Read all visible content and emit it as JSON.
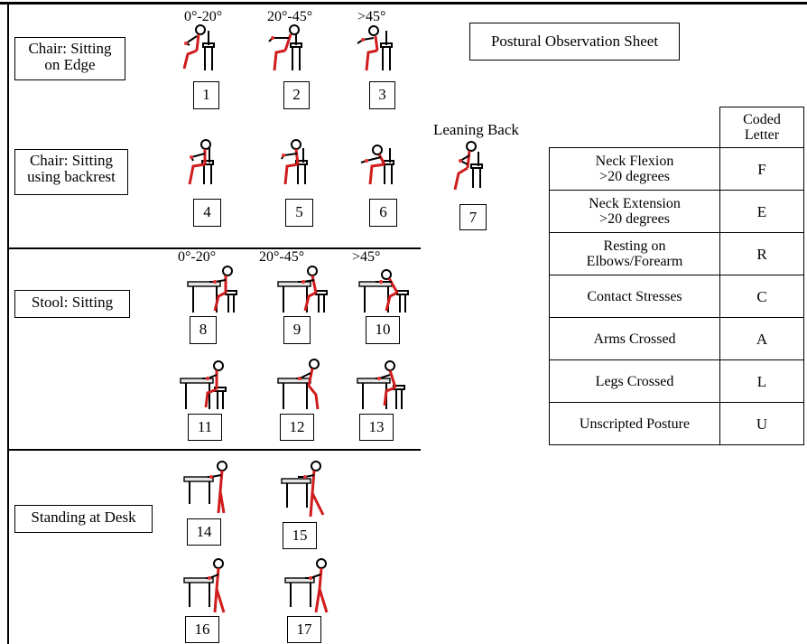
{
  "title": "Postural Observation Sheet",
  "categories": {
    "chair_edge": "Chair: Sitting\non Edge",
    "chair_backrest": "Chair: Sitting\nusing backrest",
    "stool": "Stool: Sitting",
    "standing": "Standing at Desk"
  },
  "angles_top": [
    "0°-20°",
    "20°-45°",
    ">45°"
  ],
  "angles_stool": [
    "0°-20°",
    "20°-45°",
    ">45°"
  ],
  "leaning_back": "Leaning Back",
  "postures": [
    "1",
    "2",
    "3",
    "4",
    "5",
    "6",
    "7",
    "8",
    "9",
    "10",
    "11",
    "12",
    "13",
    "14",
    "15",
    "16",
    "17"
  ],
  "table": {
    "header": "Coded\nLetter",
    "rows": [
      {
        "desc": "Neck Flexion\n>20 degrees",
        "code": "F"
      },
      {
        "desc": "Neck Extension\n>20 degrees",
        "code": "E"
      },
      {
        "desc": "Resting on\nElbows/Forearm",
        "code": "R"
      },
      {
        "desc": "Contact Stresses",
        "code": "C"
      },
      {
        "desc": "Arms Crossed",
        "code": "A"
      },
      {
        "desc": "Legs Crossed",
        "code": "L"
      },
      {
        "desc": "Unscripted Posture",
        "code": "U"
      }
    ]
  }
}
